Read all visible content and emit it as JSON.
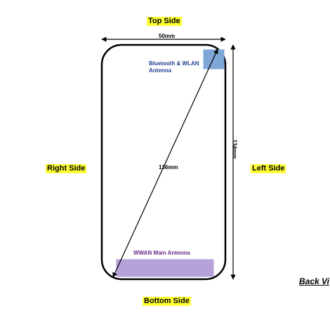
{
  "sides": {
    "top": "Top Side",
    "right": "Right Side",
    "left": "Left Side",
    "bottom": "Bottom Side"
  },
  "dimensions": {
    "width": "50mm",
    "height": "134mm",
    "diagonal": "136mm"
  },
  "antennas": {
    "bt_wlan_line1": "Bluetooth & WLAN",
    "bt_wlan_line2": "Antenna",
    "wwan": "WWAN Main Antenna"
  },
  "view_label": "Back Vi",
  "colors": {
    "label_highlight": "#ffff33",
    "bt_antenna_fill": "#7ea6d6",
    "wwan_antenna_fill": "#b6a1d8",
    "bt_text": "#1f3f8f",
    "wwan_text": "#6a2a8c"
  }
}
